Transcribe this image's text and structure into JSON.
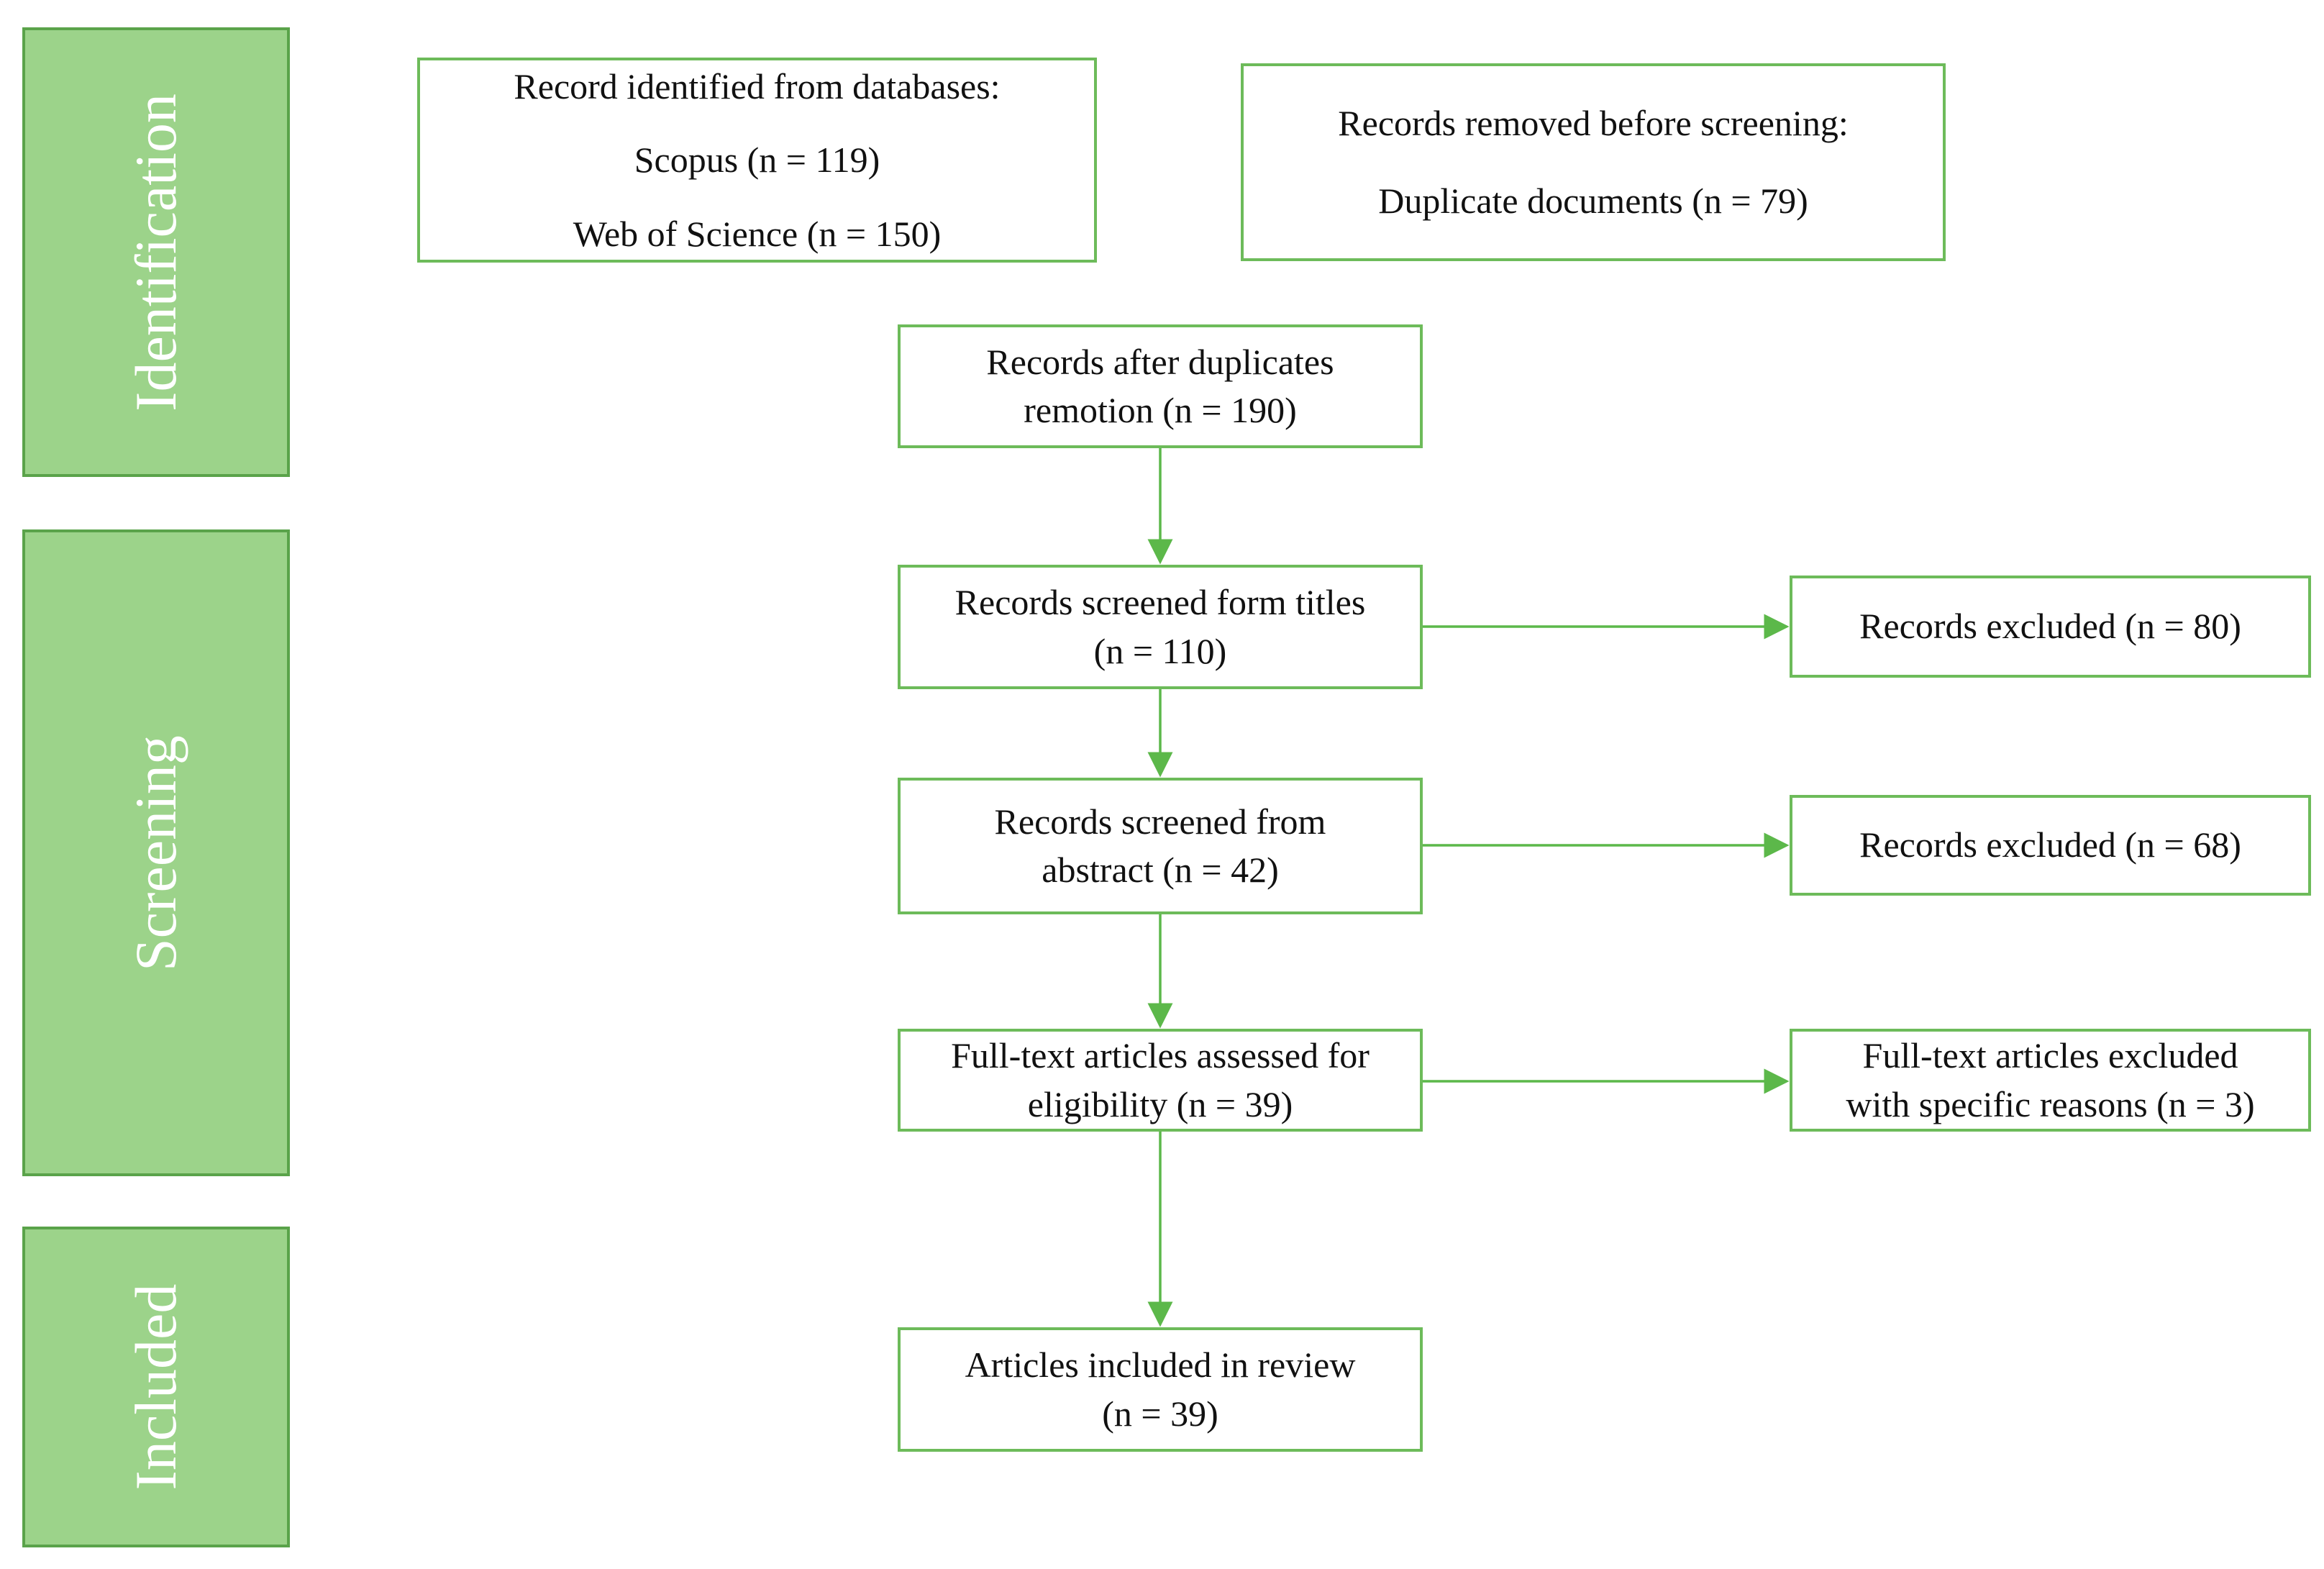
{
  "phases": {
    "identification": "Identification",
    "screening": "Screening",
    "included": "Included"
  },
  "boxes": {
    "identified": {
      "line1": "Record identified from databases:",
      "line2": "Scopus (n = 119)",
      "line3": "Web of Science (n = 150)"
    },
    "removed": {
      "line1": "Records removed before screening:",
      "line2": "Duplicate documents (n = 79)"
    },
    "after_duplicates": {
      "line1": "Records after duplicates",
      "line2": "remotion (n = 190)"
    },
    "screened_titles": {
      "line1": "Records screened form titles",
      "line2": "(n = 110)"
    },
    "screened_abstract": {
      "line1": "Records screened from",
      "line2": "abstract (n = 42)"
    },
    "fulltext_assessed": {
      "line1": "Full-text articles assessed for",
      "line2": "eligibility (n = 39)"
    },
    "included_review": {
      "line1": "Articles included in review",
      "line2": "(n = 39)"
    },
    "excluded_titles": {
      "line1": "Records excluded (n = 80)"
    },
    "excluded_abstract": {
      "line1": "Records excluded (n = 68)"
    },
    "excluded_fulltext": {
      "line1": "Full-text articles excluded",
      "line2": "with specific reasons (n = 3)"
    }
  },
  "colors": {
    "phase_fill": "#9cd38a",
    "phase_border": "#5aa34a",
    "box_border": "#6dbb5a",
    "arrow": "#5cb84a",
    "phase_text": "#ffffff"
  }
}
